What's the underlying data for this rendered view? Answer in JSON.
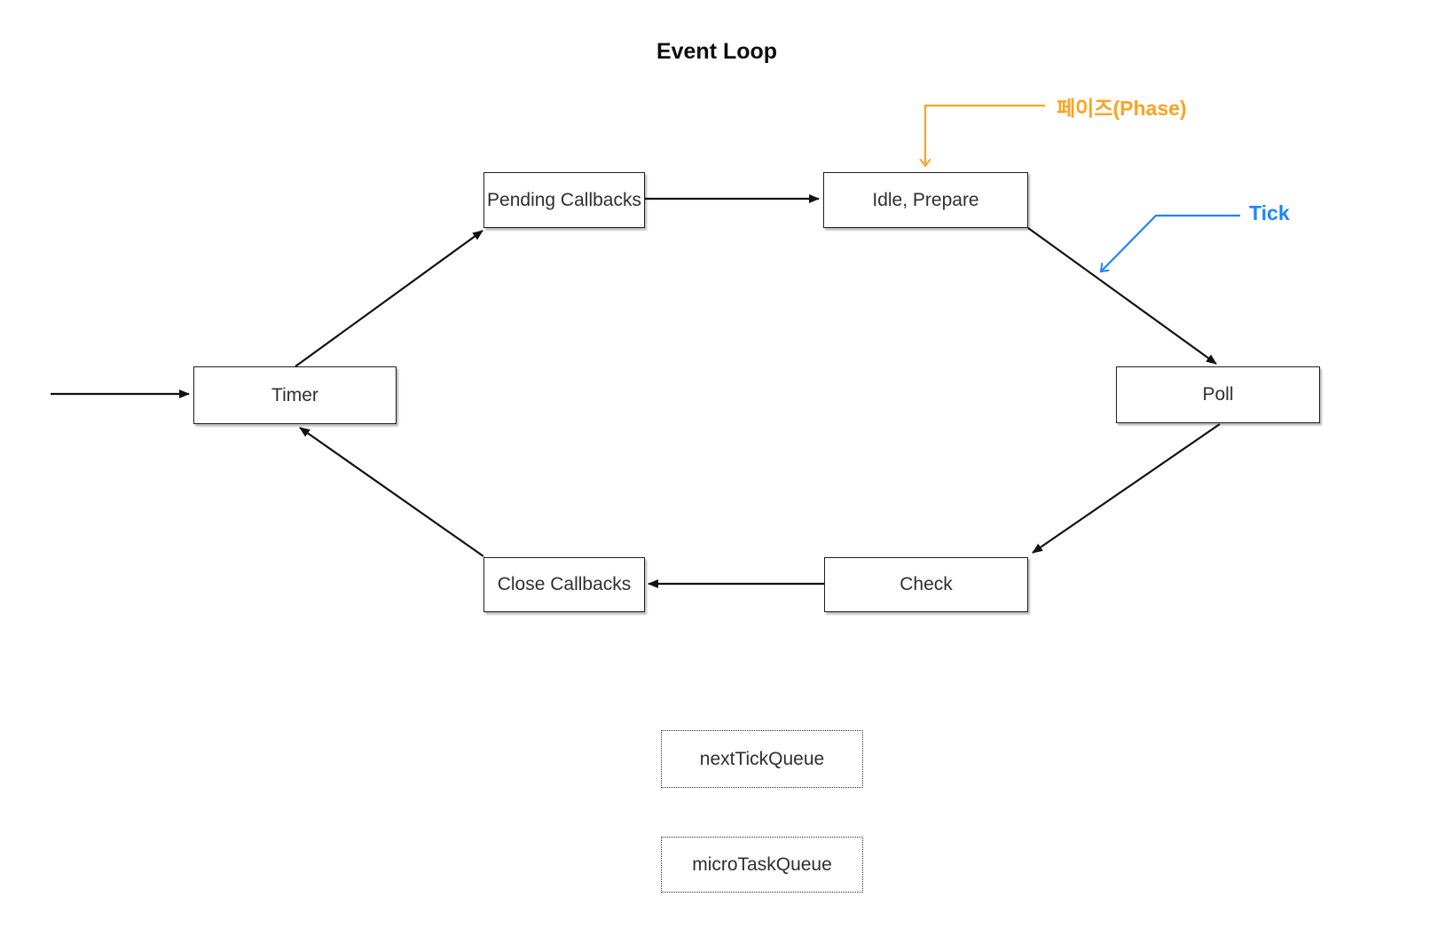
{
  "title": "Event Loop",
  "nodes": {
    "timer": {
      "label": "Timer"
    },
    "pending_callbacks": {
      "label": "Pending Callbacks"
    },
    "idle_prepare": {
      "label": "Idle, Prepare"
    },
    "poll": {
      "label": "Poll"
    },
    "check": {
      "label": "Check"
    },
    "close_callbacks": {
      "label": "Close Callbacks"
    }
  },
  "queues": {
    "next_tick_queue": {
      "label": "nextTickQueue"
    },
    "micro_task_queue": {
      "label": "microTaskQueue"
    }
  },
  "annotations": {
    "phase": {
      "label": "페이즈(Phase)",
      "color": "#FFA21F",
      "points_to": "idle_prepare"
    },
    "tick": {
      "label": "Tick",
      "color": "#1E86F7",
      "points_to": "edge idle_prepare → poll"
    }
  },
  "edges": [
    {
      "from": "external-entry",
      "to": "timer"
    },
    {
      "from": "timer",
      "to": "pending_callbacks"
    },
    {
      "from": "pending_callbacks",
      "to": "idle_prepare"
    },
    {
      "from": "idle_prepare",
      "to": "poll"
    },
    {
      "from": "poll",
      "to": "check"
    },
    {
      "from": "check",
      "to": "close_callbacks"
    },
    {
      "from": "close_callbacks",
      "to": "timer"
    }
  ],
  "colors": {
    "arrow": "#111111",
    "box_border": "#1f1f1f",
    "text": "#2e2e2e",
    "phase_accent": "#FFA21F",
    "tick_accent": "#1E86F7"
  }
}
